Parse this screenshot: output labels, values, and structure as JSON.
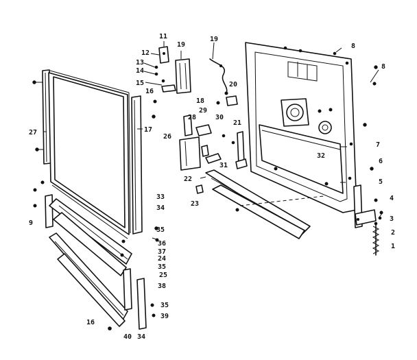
{
  "diagram": {
    "type": "exploded parts diagram",
    "callouts": [
      {
        "id": "c1",
        "text": "1"
      },
      {
        "id": "c2",
        "text": "2"
      },
      {
        "id": "c3",
        "text": "3"
      },
      {
        "id": "c4",
        "text": "4"
      },
      {
        "id": "c5",
        "text": "5"
      },
      {
        "id": "c6",
        "text": "6"
      },
      {
        "id": "c7",
        "text": "7"
      },
      {
        "id": "c8a",
        "text": "8"
      },
      {
        "id": "c8b",
        "text": "8"
      },
      {
        "id": "c9",
        "text": "9"
      },
      {
        "id": "c11",
        "text": "11"
      },
      {
        "id": "c12",
        "text": "12"
      },
      {
        "id": "c13",
        "text": "13"
      },
      {
        "id": "c14",
        "text": "14"
      },
      {
        "id": "c15",
        "text": "15"
      },
      {
        "id": "c16a",
        "text": "16"
      },
      {
        "id": "c16b",
        "text": "16"
      },
      {
        "id": "c17",
        "text": "17"
      },
      {
        "id": "c18",
        "text": "18"
      },
      {
        "id": "c19a",
        "text": "19"
      },
      {
        "id": "c19b",
        "text": "19"
      },
      {
        "id": "c20",
        "text": "20"
      },
      {
        "id": "c21",
        "text": "21"
      },
      {
        "id": "c22",
        "text": "22"
      },
      {
        "id": "c23",
        "text": "23"
      },
      {
        "id": "c24",
        "text": "24"
      },
      {
        "id": "c25",
        "text": "25"
      },
      {
        "id": "c26",
        "text": "26"
      },
      {
        "id": "c27",
        "text": "27"
      },
      {
        "id": "c28",
        "text": "28"
      },
      {
        "id": "c29",
        "text": "29"
      },
      {
        "id": "c30",
        "text": "30"
      },
      {
        "id": "c31",
        "text": "31"
      },
      {
        "id": "c32",
        "text": "32"
      },
      {
        "id": "c33",
        "text": "33"
      },
      {
        "id": "c34a",
        "text": "34"
      },
      {
        "id": "c34b",
        "text": "34"
      },
      {
        "id": "c35a",
        "text": "35"
      },
      {
        "id": "c35b",
        "text": "35"
      },
      {
        "id": "c35c",
        "text": "35"
      },
      {
        "id": "c36",
        "text": "36"
      },
      {
        "id": "c37",
        "text": "37"
      },
      {
        "id": "c38",
        "text": "38"
      },
      {
        "id": "c39",
        "text": "39"
      },
      {
        "id": "c40",
        "text": "40"
      }
    ]
  }
}
